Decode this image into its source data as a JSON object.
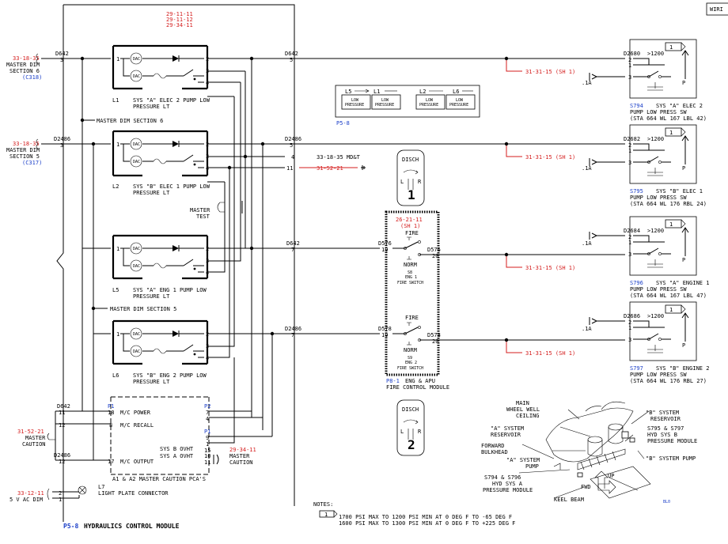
{
  "top_refs": [
    "29-11-11",
    "29-11-12",
    "29-34-11"
  ],
  "left_sources": [
    {
      "ref": "33-18-35",
      "line1": "MASTER DIM",
      "line2": "SECTION 6",
      "conn": "(C318)",
      "wire": "D642",
      "pin": "3"
    },
    {
      "ref": "33-18-35",
      "line1": "MASTER DIM",
      "line2": "SECTION 5",
      "conn": "(C317)",
      "wire": "D2486",
      "pin": "3"
    }
  ],
  "master_dim_6": "MASTER DIM SECTION 6",
  "master_dim_5": "MASTER DIM SECTION 5",
  "master_test": [
    "MASTER",
    "TEST"
  ],
  "lights": [
    {
      "id": "L1",
      "title": "SYS \"A\" ELEC 2 PUMP LOW",
      "sub": "PRESSURE LT"
    },
    {
      "id": "L2",
      "title": "SYS \"B\" ELEC 1 PUMP LOW",
      "sub": "PRESSURE LT"
    },
    {
      "id": "L5",
      "title": "SYS \"A\" ENG 1 PUMP LOW",
      "sub": "PRESSURE LT"
    },
    {
      "id": "L6",
      "title": "SYS \"B\" ENG 2 PUMP LOW",
      "sub": "PRESSURE LT"
    }
  ],
  "pins": {
    "p1": "1",
    "p2": "2",
    "p3": "3",
    "p4": "4",
    "p5": "5",
    "p7": "7",
    "p11": "11",
    "p19": "19",
    "p20": "20"
  },
  "wires": {
    "d642": "D642",
    "d2486": "D2486",
    "d576": "D576",
    "d578": "D578",
    "d2680": "D2680",
    "d2682": "D2682",
    "d2684": "D2684",
    "d2686": "D2686"
  },
  "refs_sh1": "31-31-15 (SH 1)",
  "ref_md": "33-18-35 MD&T",
  "ref_3152": "31-52-21",
  "amp": ".1A",
  "psi": ">1200",
  "note_flag": "1",
  "panel_lights": [
    {
      "id": "L5",
      "text": [
        "LOW",
        "PRESSURE"
      ]
    },
    {
      "id": "L1",
      "text": [
        "LOW",
        "PRESSURE"
      ]
    },
    {
      "id": "L2",
      "text": [
        "LOW",
        "PRESSURE"
      ]
    },
    {
      "id": "L6",
      "text": [
        "LOW",
        "PRESSURE"
      ]
    }
  ],
  "panel_ref": "P5-8",
  "disch": "DISCH",
  "lr": {
    "l": "L",
    "r": "R"
  },
  "disch_nums": [
    "1",
    "2"
  ],
  "fire_refs": [
    "26-21-11",
    "(SH 1)"
  ],
  "fire": "FIRE",
  "norm": "NORM",
  "s8": [
    "S8",
    "ENG 1",
    "FIRE SWITCH"
  ],
  "s9": [
    "S9",
    "ENG 2",
    "FIRE SWITCH"
  ],
  "fire_module": {
    "ref": "P8-1",
    "line1": "ENG & APU",
    "line2": "FIRE CONTROL MODULE"
  },
  "sensors": [
    {
      "id": "S794",
      "title": "SYS \"A\" ELEC 2",
      "sub": "PUMP LOW PRESS SW",
      "sta": "(STA 664 WL 167 LBL 42)"
    },
    {
      "id": "S795",
      "title": "SYS \"B\" ELEC 1",
      "sub": "PUMP LOW PRESS SW",
      "sta": "(STA 664 WL 176 RBL 24)"
    },
    {
      "id": "S796",
      "title": "SYS \"A\" ENGINE 1",
      "sub": "PUMP LOW PRESS SW",
      "sta": "(STA 664 WL 167 LBL 47)"
    },
    {
      "id": "S797",
      "title": "SYS \"B\" ENGINE 2",
      "sub": "PUMP LOW PRESS SW",
      "sta": "(STA 664 WL 176 RBL 27)"
    }
  ],
  "sensor_p": "P",
  "wiri": "WIRI",
  "mc": {
    "p1": "P1",
    "p2": "P2",
    "power": "M/C POWER",
    "recall": "M/C RECALL",
    "output": "M/C OUTPUT",
    "sysb": "SYS B OVHT",
    "sysa": "SYS A OVHT",
    "pca": "A1 & A2 MASTER CAUTION PCA'S",
    "pins": [
      "18",
      "8",
      "17",
      "7",
      "4",
      "9",
      "1",
      "15",
      "10",
      "11"
    ],
    "left_pins": [
      "11",
      "12",
      "12"
    ],
    "master_caution_ref": "31-52-21",
    "master_caution": [
      "MASTER",
      "CAUTION"
    ],
    "right_ref": "29-34-11",
    "right_label": [
      "MASTER",
      "CAUTION"
    ]
  },
  "ac_dim": {
    "ref": "33-12-11",
    "label": "5 V AC DIM",
    "conn_id": "L7",
    "conn_label": "LIGHT PLATE CONNECTOR"
  },
  "notes": {
    "title": "NOTES:",
    "flag": "1",
    "line1": "1700 PSI MAX TO 1200 PSI MIN AT 0 DEG F TO -65 DEG F",
    "line2": "1600 PSI MAX TO 1300 PSI MIN AT 0 DEG F TO +225 DEG F"
  },
  "footer": {
    "ref": "P5-8",
    "title": "HYDRAULICS CONTROL MODULE"
  },
  "location": {
    "main_well": [
      "MAIN",
      "WHEEL WELL",
      "CEILING"
    ],
    "a_res": [
      "\"A\" SYSTEM",
      "RESERVOIR"
    ],
    "b_res": [
      "\"B\" SYSTEM",
      "RESERVOIR"
    ],
    "fwd_bulkhead": [
      "FORWARD",
      "BULKHEAD"
    ],
    "a_pump": [
      "\"A\" SYSTEM",
      "PUMP"
    ],
    "b_pump": "\"B\" SYSTEM PUMP",
    "s795_797": [
      "S795 & S797",
      "HYD SYS B",
      "PRESSURE MODULE"
    ],
    "s794_796": [
      "S794 & S796",
      "HYD SYS A",
      "PRESSURE MODULE"
    ],
    "keel": "KEEL BEAM",
    "fwd": "FWD",
    "up": "UP",
    "code": "BL0"
  }
}
